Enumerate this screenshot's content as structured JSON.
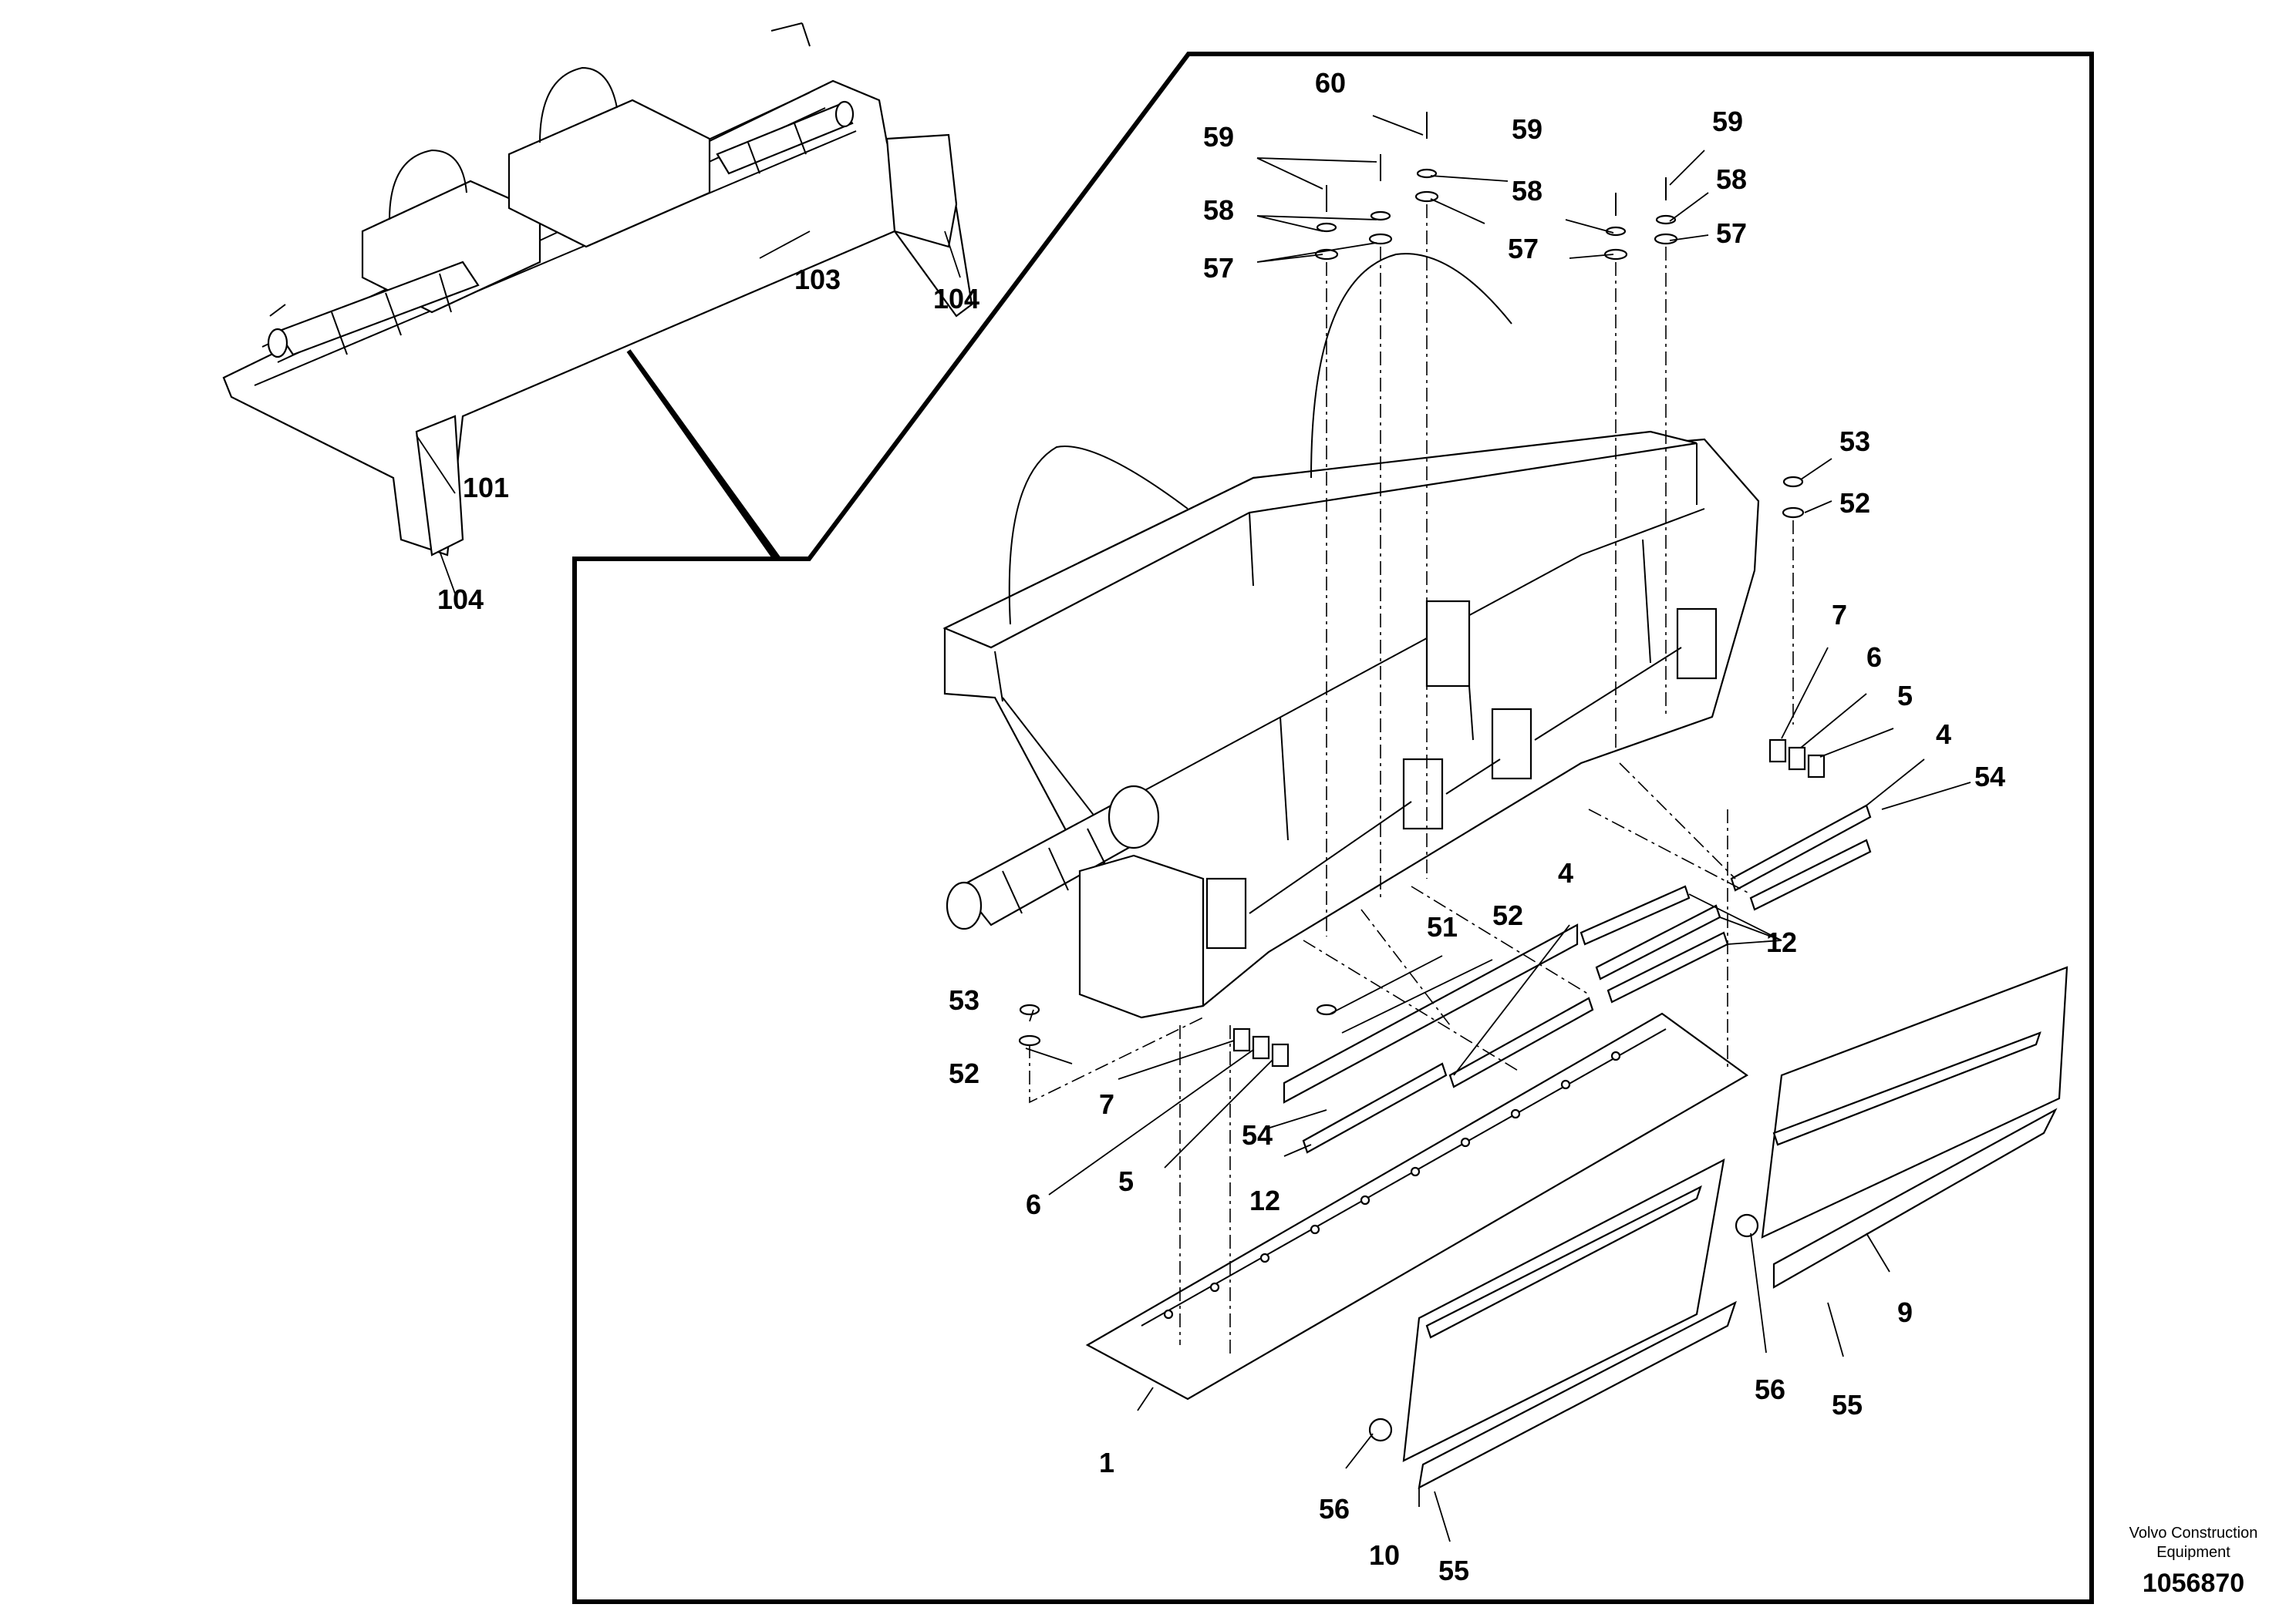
{
  "diagram": {
    "callouts": [
      "101",
      "103",
      "104",
      "104",
      "60",
      "59",
      "59",
      "59",
      "58",
      "58",
      "58",
      "57",
      "57",
      "57",
      "53",
      "52",
      "7",
      "6",
      "5",
      "4",
      "54",
      "4",
      "52",
      "51",
      "12",
      "53",
      "52",
      "7",
      "6",
      "5",
      "54",
      "12",
      "1",
      "9",
      "10",
      "56",
      "55",
      "56",
      "55"
    ]
  },
  "footer": {
    "brand_line1": "Volvo Construction",
    "brand_line2": "Equipment",
    "doc_number": "1056870"
  }
}
